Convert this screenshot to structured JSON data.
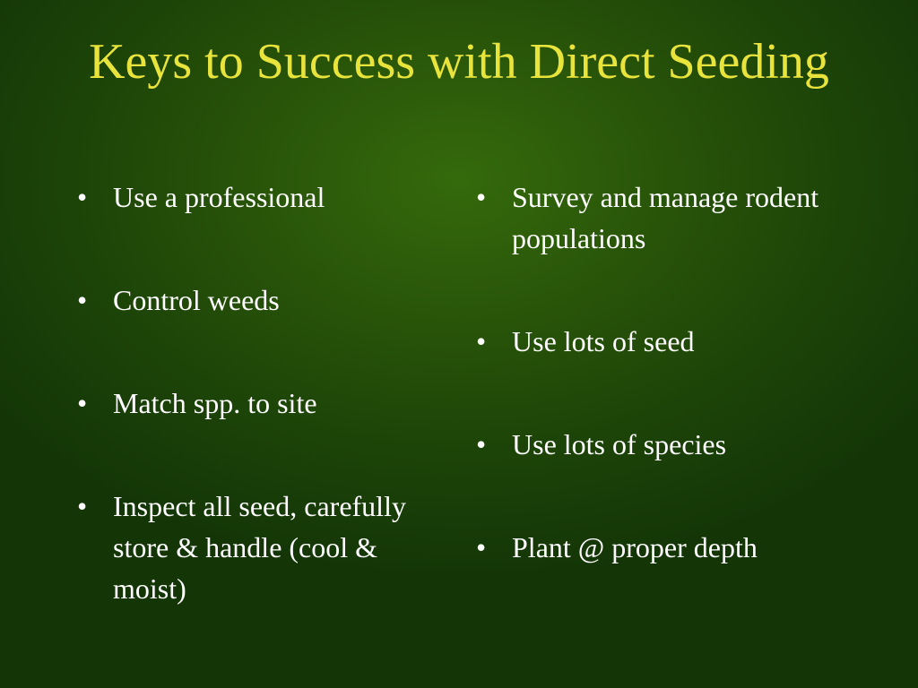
{
  "slide": {
    "title": "Keys to Success with Direct Seeding",
    "bullet_glyph": "•",
    "left_column": [
      "Use a professional",
      "Control weeds",
      "Match spp. to site",
      "Inspect all seed, carefully store & handle (cool & moist)"
    ],
    "right_column": [
      "Survey and manage rodent populations",
      "Use lots of seed",
      "Use lots of species",
      "Plant @ proper depth"
    ],
    "colors": {
      "title": "#e8e43c",
      "text": "#ffffff",
      "background": "#2a5a0a"
    }
  }
}
